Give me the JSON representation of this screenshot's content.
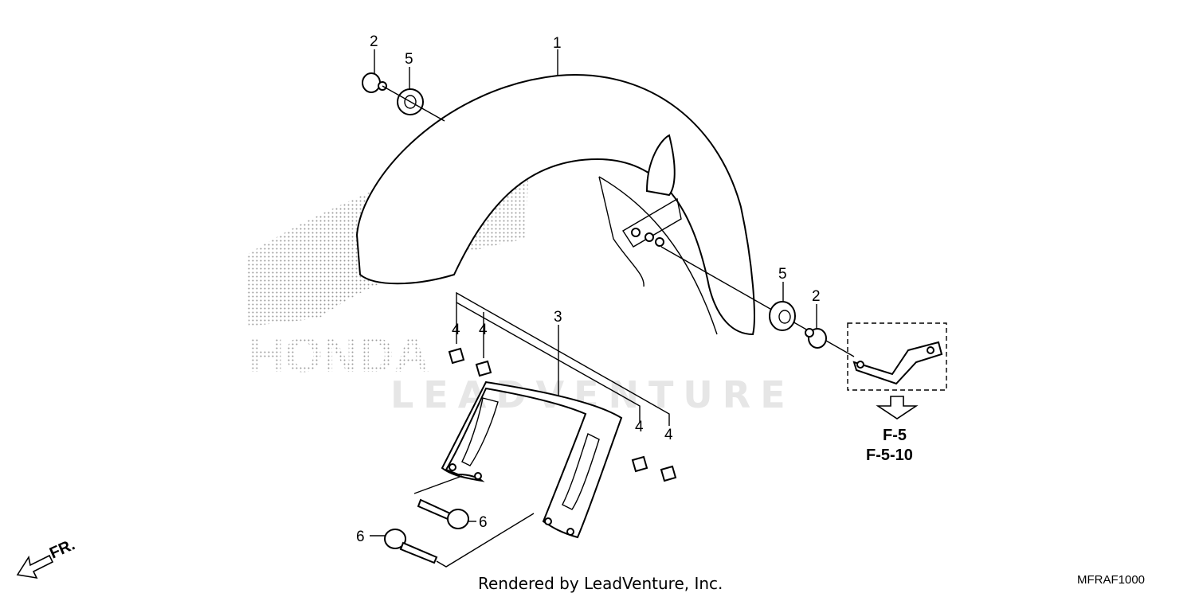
{
  "watermark": {
    "text": "LEADVENTURE"
  },
  "brand_logo": {
    "text": "HONDA"
  },
  "callouts": {
    "fender": "1",
    "cap_top": "2",
    "grommet_top": "5",
    "grommet_right": "5",
    "cap_right": "2",
    "brace": "3",
    "nut_a": "4",
    "nut_b": "4",
    "nut_c": "4",
    "nut_d": "4",
    "bolt_right": "6",
    "bolt_left": "6"
  },
  "reference": {
    "line1": "F-5",
    "line2": "F-5-10"
  },
  "direction": {
    "label": "FR."
  },
  "footer": {
    "rendered_by": "Rendered by LeadVenture, Inc.",
    "diagram_code": "MFRAF1000"
  }
}
